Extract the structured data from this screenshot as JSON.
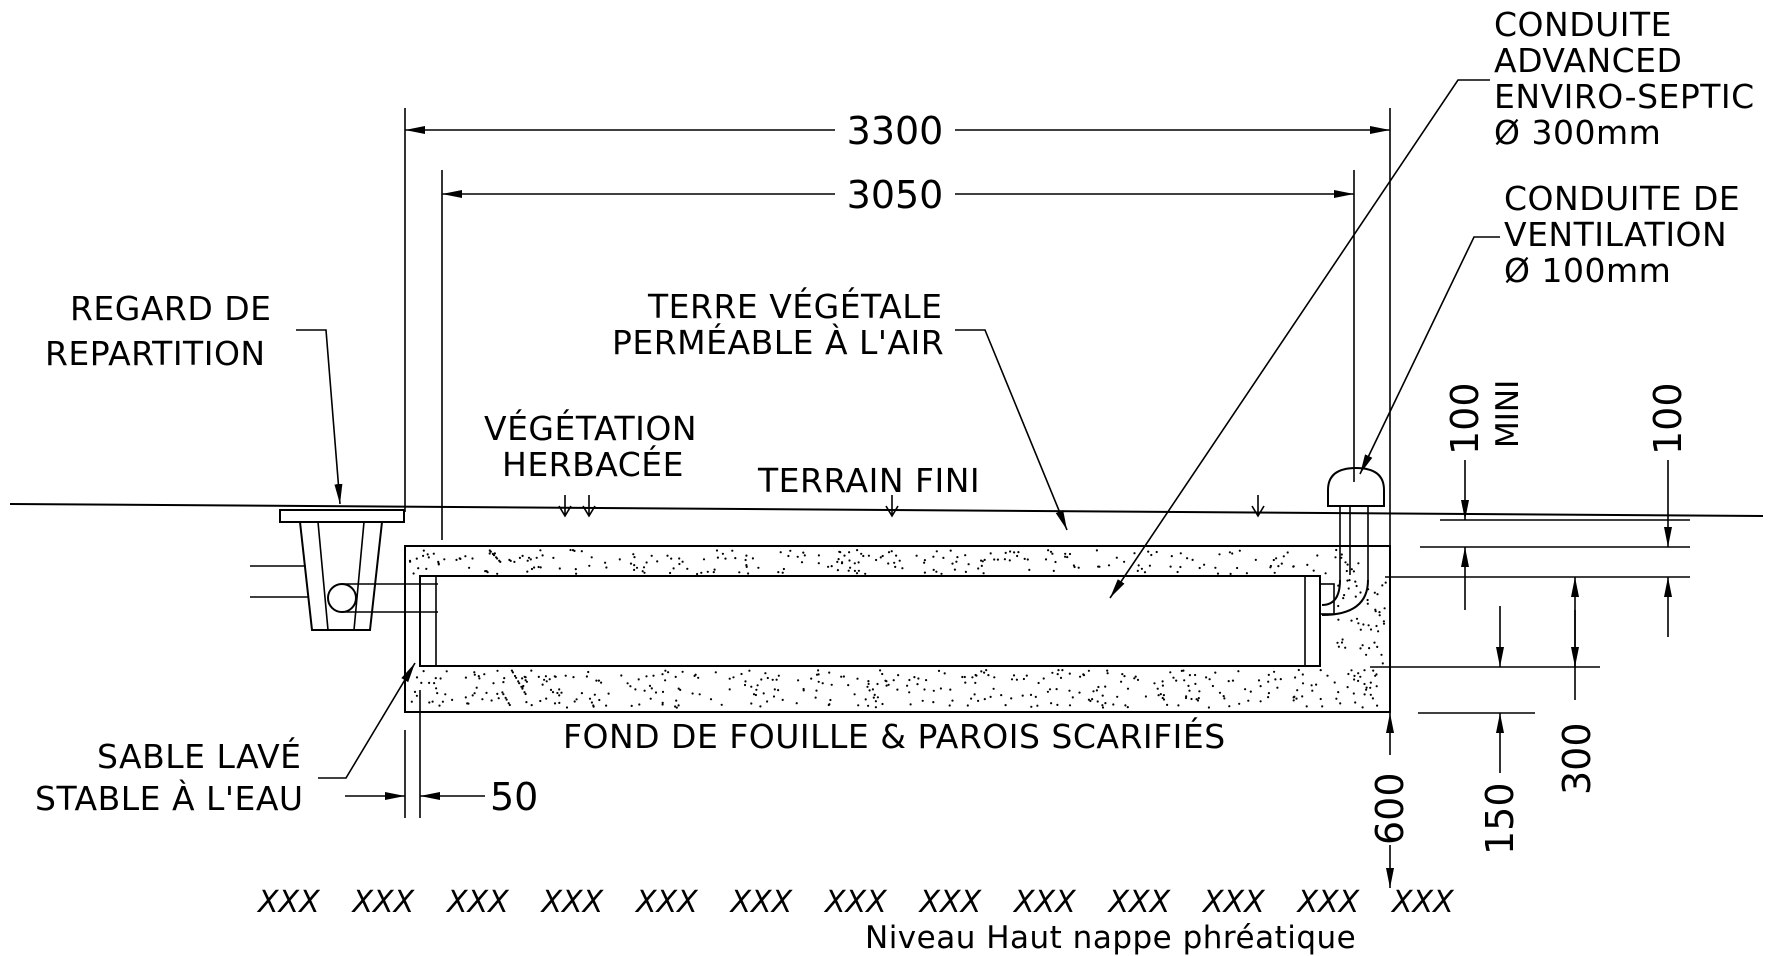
{
  "labels": {
    "conduite_advanced": [
      "CONDUITE",
      "ADVANCED",
      "ENVIRO-SEPTIC",
      "Ø 300mm"
    ],
    "conduite_ventilation": [
      "CONDUITE DE",
      "VENTILATION",
      "Ø 100mm"
    ],
    "regard": [
      "REGARD DE",
      "REPARTITION"
    ],
    "terre_vegetale": [
      "TERRE VÉGÉTALE",
      "PERMÉABLE À L'AIR"
    ],
    "vegetation": [
      "VÉGÉTATION",
      "HERBACÉE"
    ],
    "terrain_fini": "TERRAIN FINI",
    "sable": [
      "SABLE LAVÉ",
      "STABLE À L'EAU"
    ],
    "fond": "FOND DE FOUILLE & PAROIS SCARIFIÉS",
    "nappe": "Niveau Haut nappe phréatique",
    "water_symbol": "XXX"
  },
  "dimensions": {
    "total_width": "3300",
    "inner_width": "3050",
    "side_gap": "50",
    "cover_min": "100",
    "cover_min_note": "MINI",
    "top_sand": "100",
    "pipe_zone": "300",
    "bottom_sand": "150",
    "water_clearance": "600"
  }
}
